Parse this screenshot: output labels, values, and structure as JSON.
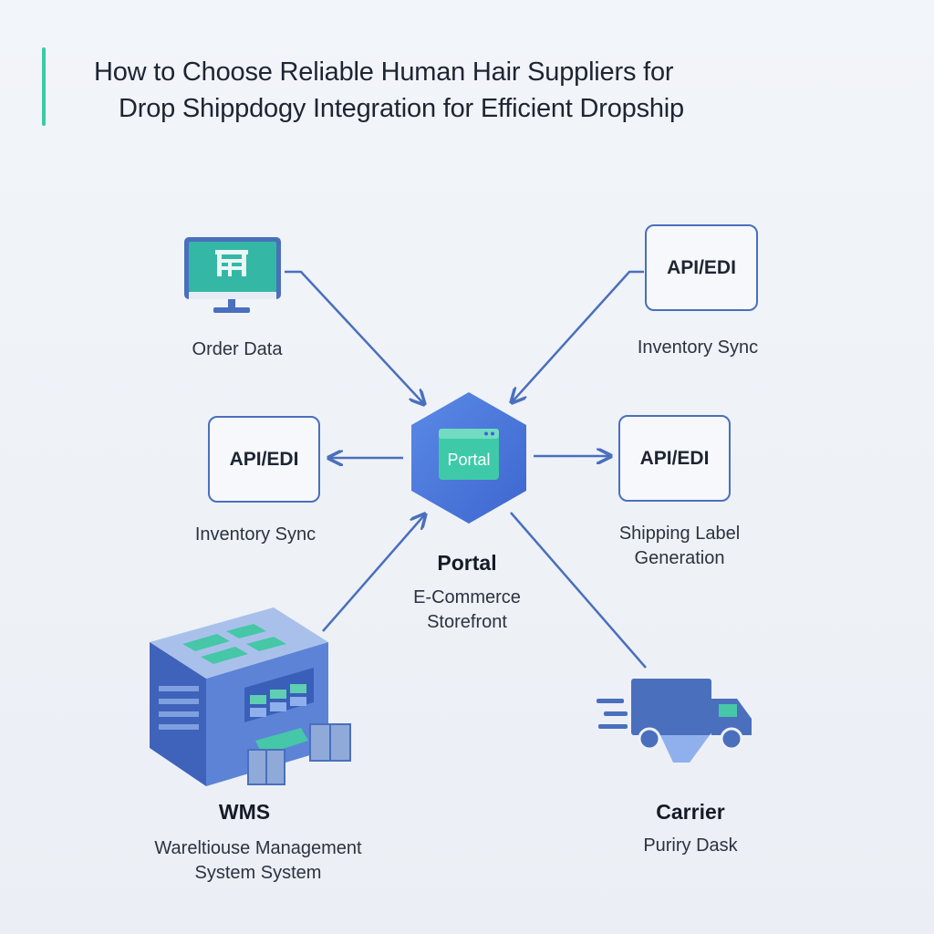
{
  "title": {
    "line1": "How to Choose Reliable Human Hair Suppliers for",
    "line2": "Drop Shippdogy Integration for Efficient Dropship"
  },
  "colors": {
    "accent": "#3cc9a6",
    "primary_blue": "#4a6fbd",
    "hub_blue": "#4674d8",
    "text_dark": "#1d2533"
  },
  "nodes": {
    "order_data": {
      "icon": "monitor-icon",
      "label": "Order Data"
    },
    "api_top": {
      "box_label": "API/EDI",
      "label": "Inventory Sync"
    },
    "api_left": {
      "box_label": "API/EDI",
      "label": "Inventory Sync"
    },
    "api_right": {
      "box_label": "API/EDI",
      "label_line1": "Shipping Label",
      "label_line2": "Generation"
    },
    "portal": {
      "icon": "portal-hexagon-icon",
      "icon_text": "Portal",
      "title": "Portal",
      "subtitle_line1": "E-Commerce",
      "subtitle_line2": "Storefront"
    },
    "wms": {
      "icon": "warehouse-building-icon",
      "title": "WMS",
      "subtitle_line1": "Wareltiouse Management",
      "subtitle_line2": "System System"
    },
    "carrier": {
      "icon": "delivery-truck-icon",
      "title": "Carrier",
      "subtitle": "Puriry Dask"
    }
  }
}
